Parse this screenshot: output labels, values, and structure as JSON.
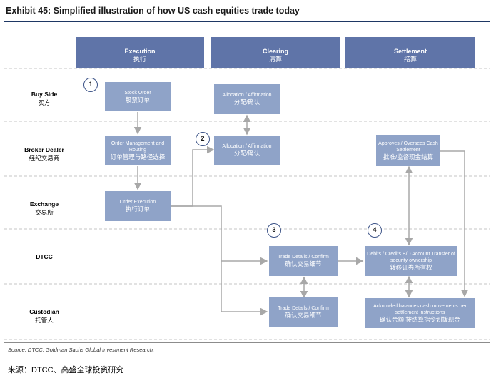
{
  "title": "Exhibit 45: Simplified illustration of how US cash equities trade today",
  "columns": [
    {
      "en": "Execution",
      "zh": "执行"
    },
    {
      "en": "Clearing",
      "zh": "清算"
    },
    {
      "en": "Settlement",
      "zh": "结算"
    }
  ],
  "rows": [
    {
      "en": "Buy Side",
      "zh": "买方"
    },
    {
      "en": "Broker Dealer",
      "zh": "经纪交易商"
    },
    {
      "en": "Exchange",
      "zh": "交易所"
    },
    {
      "en": "DTCC",
      "zh": ""
    },
    {
      "en": "Custodian",
      "zh": "托管人"
    }
  ],
  "boxes": {
    "stock_order": {
      "en": "Stock Order",
      "zh": "股票订单"
    },
    "allocation_buyside": {
      "en": "Allocation / Affirmation",
      "zh": "分配/确认"
    },
    "order_mgmt": {
      "en": "Order Management and Routing",
      "zh": "订单管理与路径选择"
    },
    "allocation_broker": {
      "en": "Allocation / Affirmation",
      "zh": "分配/确认"
    },
    "approves": {
      "en": "Approves / Oversees Cash Settlement",
      "zh": "批准/监督现金结算"
    },
    "order_exec": {
      "en": "Order Execution",
      "zh": "执行订单"
    },
    "trade_dtcc": {
      "en": "Trade Details / Confirm",
      "zh": "确认交易细节"
    },
    "debits": {
      "en": "Debits / Credits B/D Account Transfer of security ownership",
      "zh": "转移证券所有权"
    },
    "trade_custodian": {
      "en": "Trade Details / Confirm",
      "zh": "确认交易细节"
    },
    "acknowledge": {
      "en": "Acknowled balances cash movements per settlement instructions",
      "zh": "确认余额 按结算指令划拨现金"
    }
  },
  "markers": [
    "1",
    "2",
    "3",
    "4"
  ],
  "source": "Source: DTCC, Goldman Sachs Global Investment Research.",
  "footer": "来源：DTCC、高盛全球投资研究",
  "colors": {
    "header": "#5f74a8",
    "box": "#8fa3c8",
    "arrow": "#a8a8a8",
    "rule": "#1e3764"
  }
}
